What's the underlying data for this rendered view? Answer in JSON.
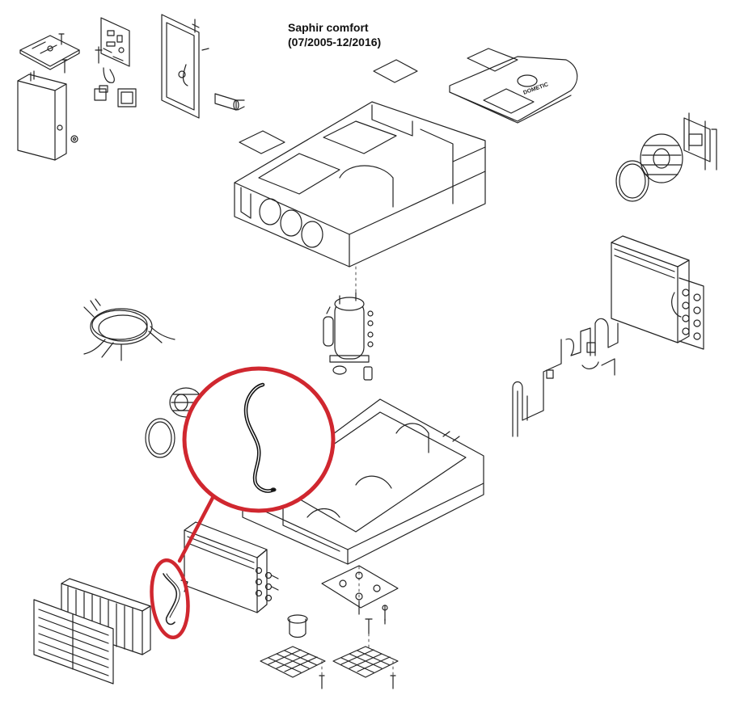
{
  "title": {
    "model": "Saphir comfort",
    "period": "(07/2005-12/2016)"
  },
  "logo_text": "DOMETIC",
  "highlight_color": "#d0272f",
  "line_color": "#222222",
  "highlighted_part": "capillary-tube"
}
